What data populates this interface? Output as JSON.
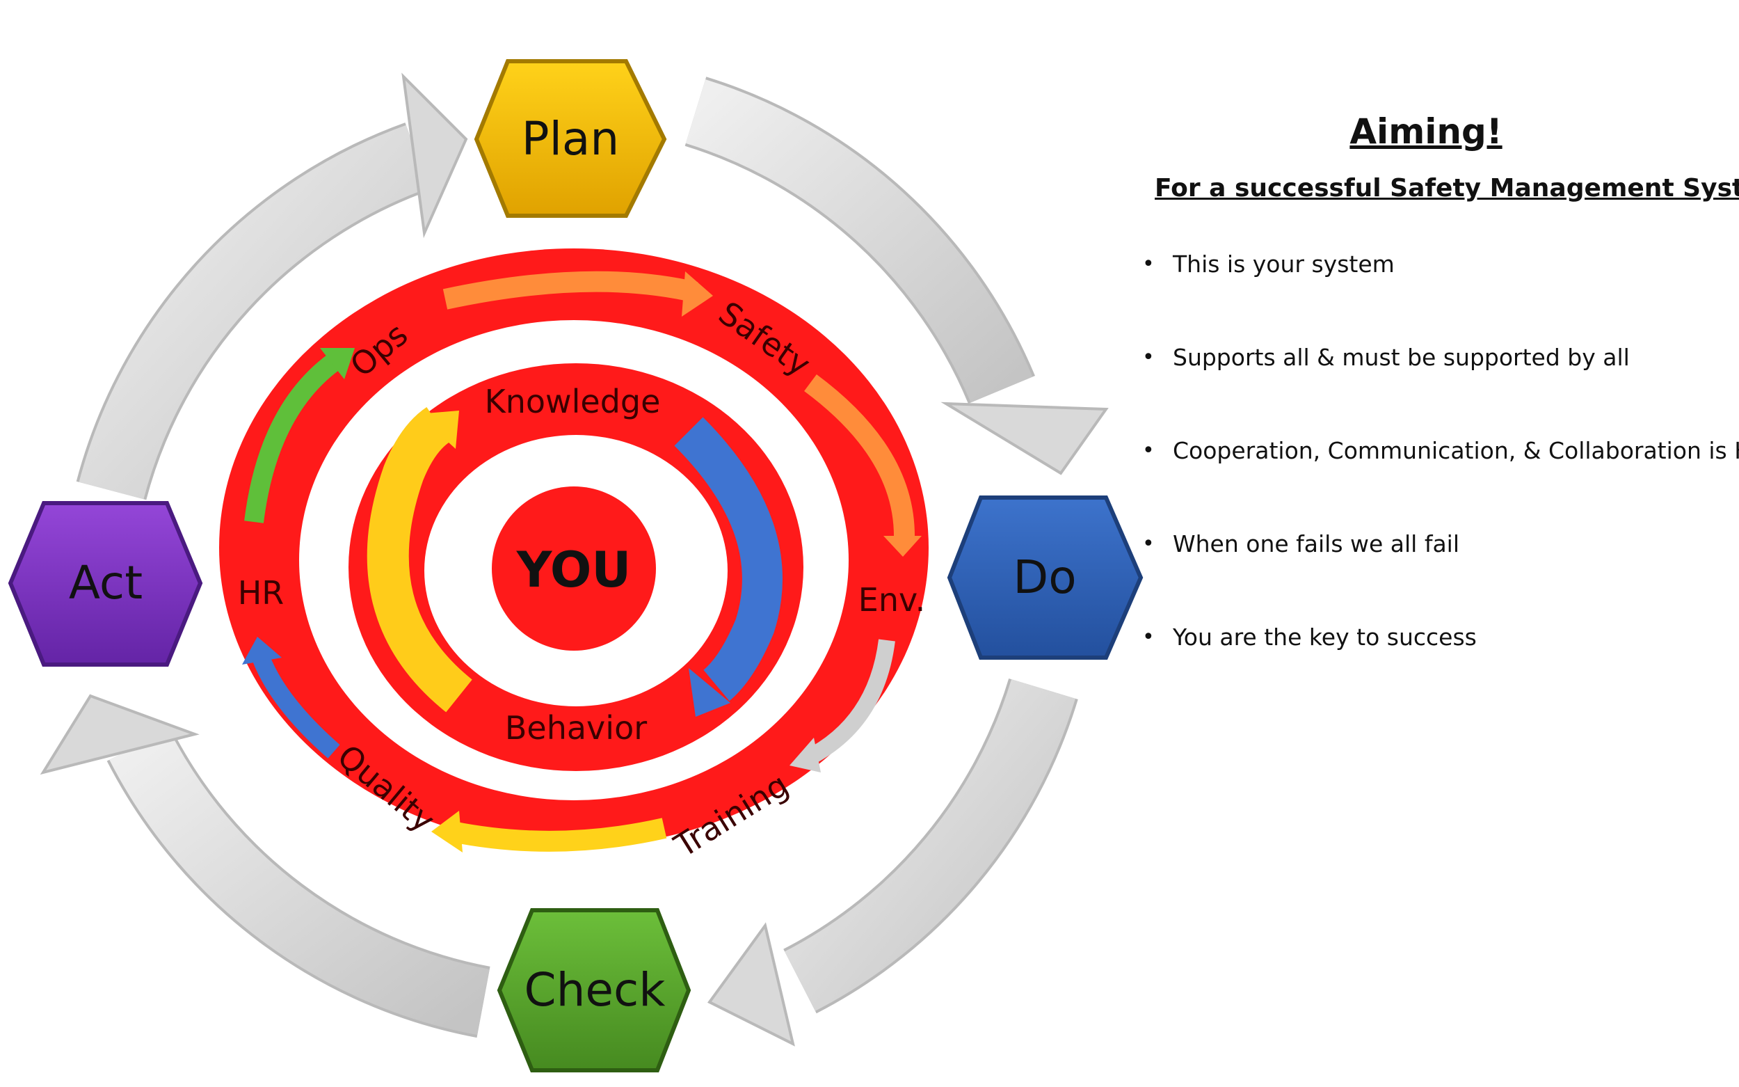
{
  "diagram": {
    "phases": {
      "plan": "Plan",
      "do": "Do",
      "check": "Check",
      "act": "Act"
    },
    "outer_ring_labels": {
      "ops": "Ops",
      "safety": "Safety",
      "env": "Env.",
      "training": "Training",
      "quality": "Quality",
      "hr": "HR"
    },
    "inner_ring_labels": {
      "knowledge": "Knowledge",
      "behavior": "Behavior"
    },
    "center_label": "YOU"
  },
  "side_panel": {
    "title": "Aiming!",
    "subtitle": "For a successful Safety Management System",
    "bullets": [
      "This is your system",
      "Supports all & must be supported by all",
      "Cooperation, Communication, & Collaboration is Key",
      "When one fails we all fail",
      "You are the key to success"
    ]
  },
  "colors": {
    "ring_red": "#ff1a1a",
    "plan_hex": "#f2b705",
    "do_hex": "#2f63b8",
    "check_hex": "#5aa12d",
    "act_hex": "#7b2fc0",
    "cycle_arrow": "#d4d4d4"
  }
}
